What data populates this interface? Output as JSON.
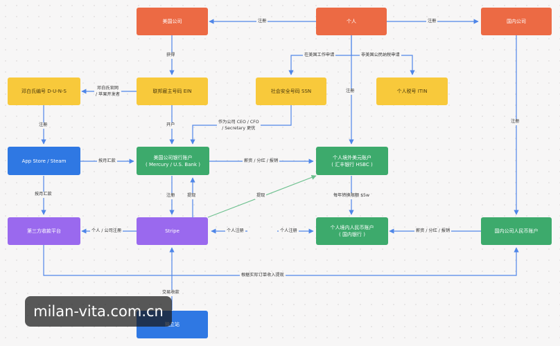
{
  "nodes": {
    "us_company": "美国公司",
    "individual": "个人",
    "domestic_company": "国内公司",
    "duns": "邓白氏编号 D-U-N-S",
    "ein": "联邦雇主号码 EIN",
    "ssn": "社会安全号码 SSN",
    "itin": "个人税号 ITIN",
    "app_store": "App Store / Steam",
    "us_bank": "美国公司银行账户\n( Mercury / U.S. Bank )",
    "personal_usd": "个人境外美元账户\n( 汇丰银行 HSBC )",
    "third_party": "第三方收款平台",
    "stripe": "Stripe",
    "personal_rmb": "个人境内人民币账户\n( 国内银行 )",
    "domestic_account": "国内公司人民币账户",
    "standalone": "独立站"
  },
  "edges": {
    "register_left": "注册",
    "register_right": "注册",
    "obtain": "获得",
    "work_in_us": "在美国工作申请",
    "non_resident": "非美国公民纳税申请",
    "from_duns": "邓白氏官网\n/ 苹果开发者",
    "register_individual": "注册",
    "register_domestic": "注册",
    "open_account": "开户",
    "ceo_cfo": "作为公司 CEO / CFO\n/ Secretary 更优",
    "register_duns": "注册",
    "monthly_pay": "按月汇款",
    "salary_1": "薪资 / 分红 / 报销",
    "stripe_register": "注册",
    "stripe_withdraw": "提现",
    "withdraw_personal": "提现",
    "yearly_limit": "每年转换限额 $5w",
    "monthly_pay_2": "按月汇款",
    "individual_company_register": "个人 / 公司注册",
    "individual_register_1": "个人注册",
    "individual_register_2": "个人注册",
    "salary_2": "薪资 / 分红 / 报销",
    "actual_order_withdraw": "根据实际订单收入提现",
    "transaction": "交易收款"
  },
  "watermark": "milan-vita.com.cn",
  "colors": {
    "orange": "#ec6a44",
    "yellow": "#f8c93b",
    "blue": "#2f78e3",
    "green": "#3daa6c",
    "purple": "#9a69ee",
    "edge": "#4f86e8"
  }
}
